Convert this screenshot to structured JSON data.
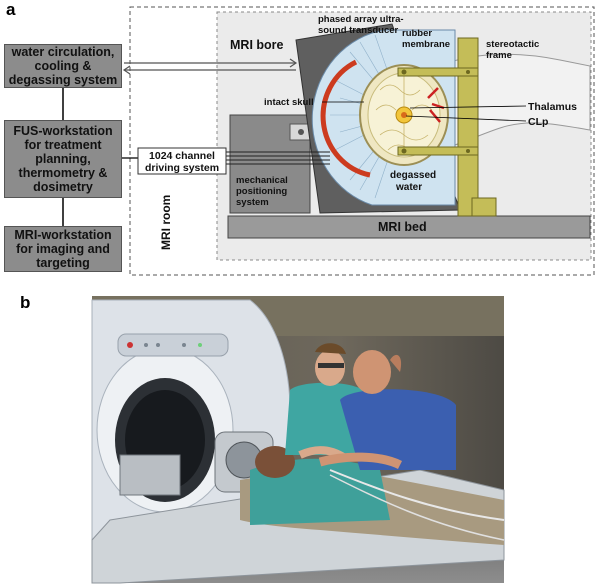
{
  "panels": {
    "a": "a",
    "b": "b"
  },
  "left_boxes": [
    {
      "id": "water",
      "text": "water circulation, cooling & degassing system"
    },
    {
      "id": "fus",
      "text": "FUS-workstation for treatment planning, thermometry & dosimetry"
    },
    {
      "id": "mri_ws",
      "text": "MRI-workstation for imaging and targeting"
    }
  ],
  "labels": {
    "driving_system_1": "1024 channel",
    "driving_system_2": "driving system",
    "mri_room": "MRI room",
    "mri_bore": "MRI bore",
    "transducer_1": "phased array ultra-",
    "transducer_2": "sound transducer",
    "rubber_1": "rubber",
    "rubber_2": "membrane",
    "stereo_1": "stereotactic",
    "stereo_2": "frame",
    "intact_skull": "intact skull",
    "thalamus": "Thalamus",
    "clp": "CLp",
    "degassed_1": "degassed",
    "degassed_2": "water",
    "mech_1": "mechanical",
    "mech_2": "positioning",
    "mech_3": "system",
    "mri_bed": "MRI bed"
  },
  "colors": {
    "box_gray": "#8c8c8c",
    "bore_bg": "#e6e6e6",
    "transducer": "#5f5f5f",
    "water_blue": "#cfe3f0",
    "skull_red": "#cc3b1f",
    "brain": "#f4efc8",
    "frame_olive": "#c4bd58",
    "bed_gray": "#9a9a9a"
  }
}
